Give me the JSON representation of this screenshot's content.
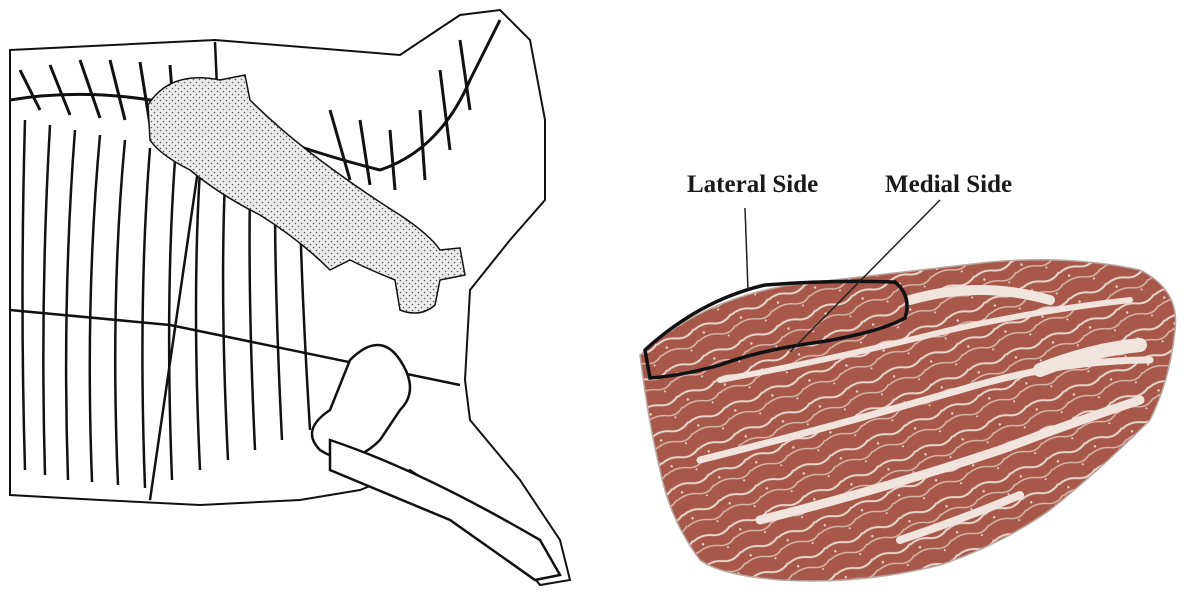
{
  "figure": {
    "left_panel": {
      "kind": "line-drawing",
      "subject": "carcass skeleton diagram with stippled cut highlighted"
    },
    "right_panel": {
      "kind": "photograph",
      "subject": "meat cut cross-section with outlined muscle region"
    },
    "labels": {
      "lateral": "Lateral Side",
      "medial": "Medial Side"
    },
    "colors": {
      "ink": "#111111",
      "meat": "#a8584a",
      "meat_dark": "#8c4234",
      "fat": "#f1e4dc",
      "stipple_fill": "#e6e6e6"
    }
  }
}
